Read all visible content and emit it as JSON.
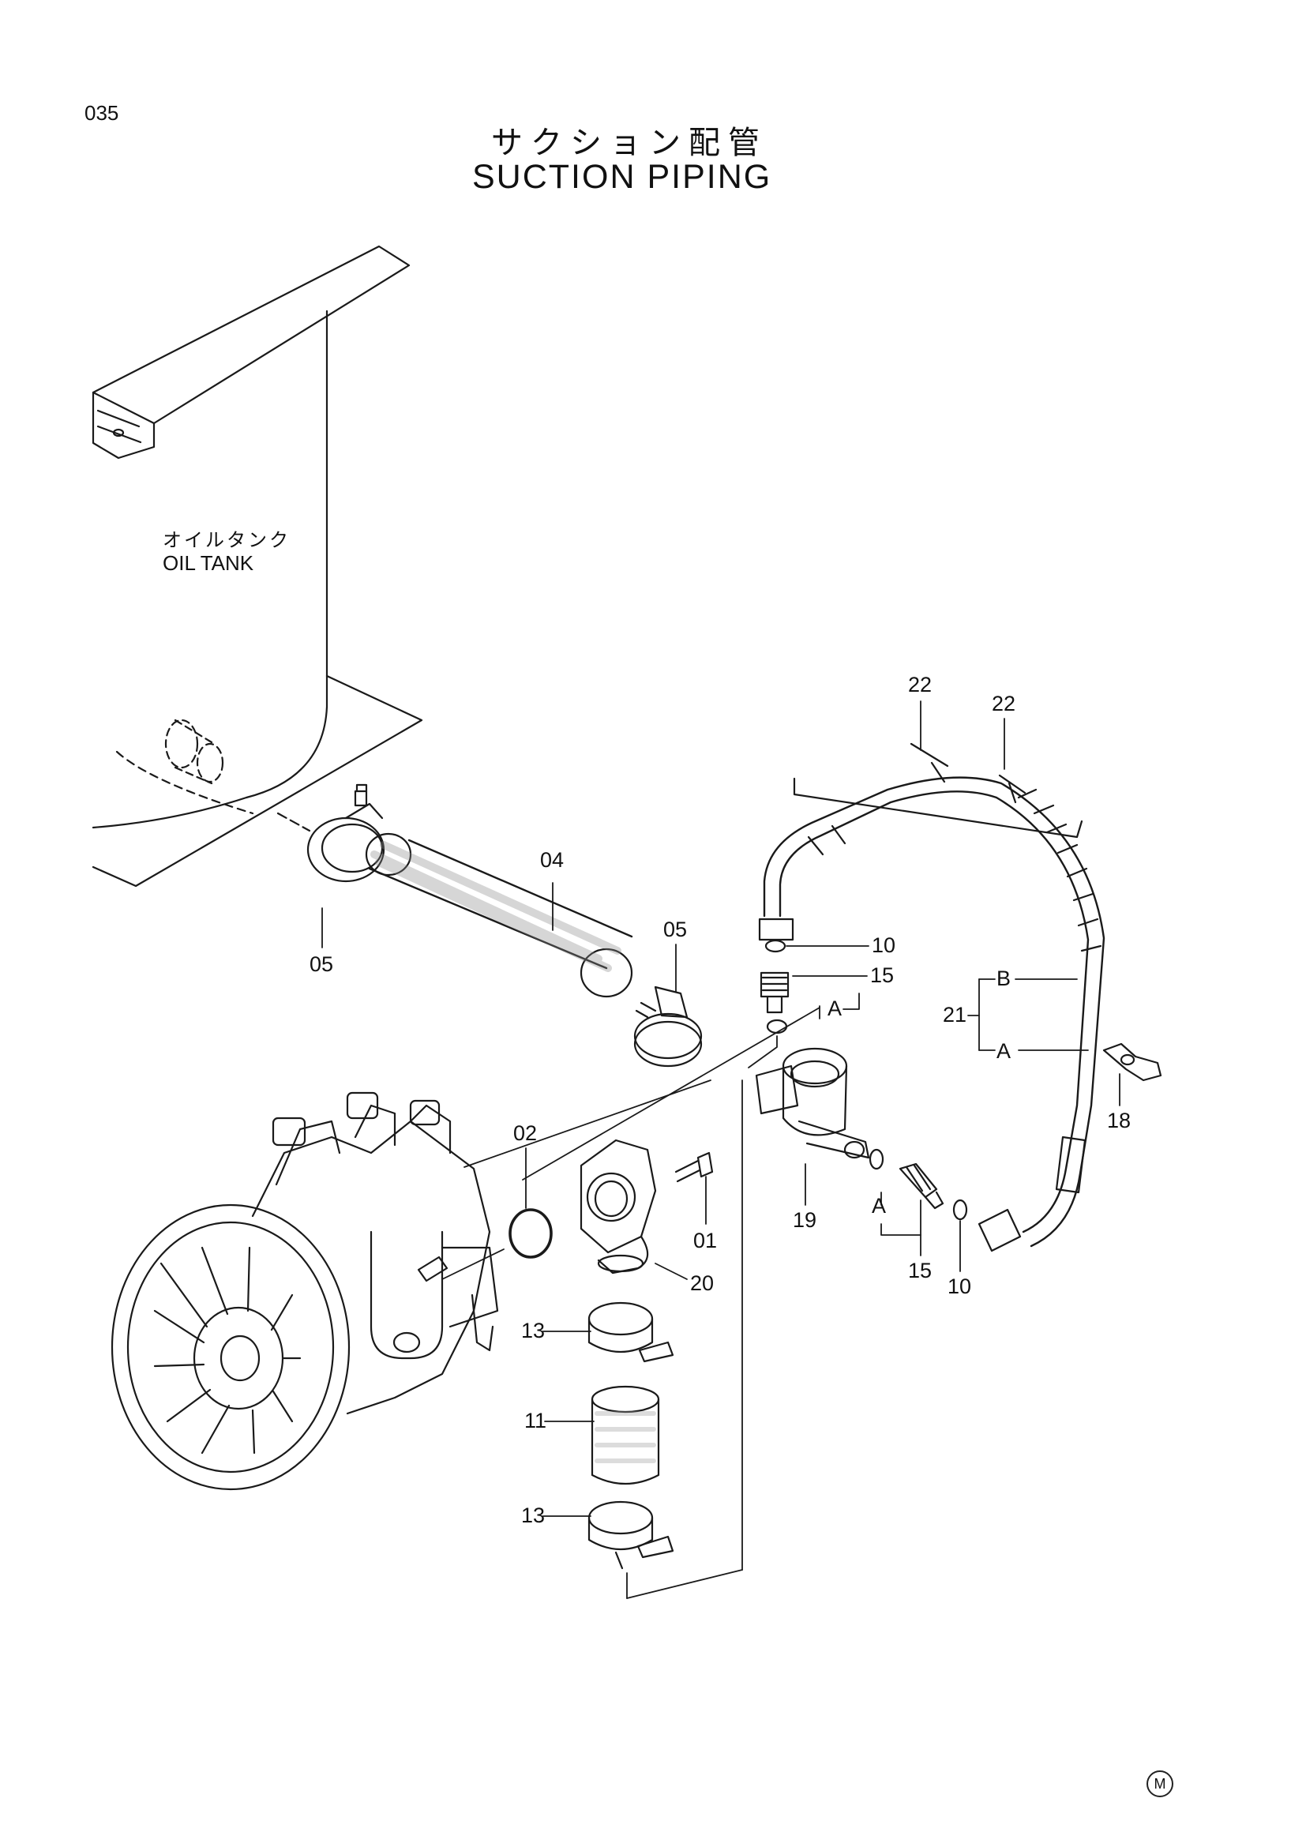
{
  "page_number": "035",
  "title": {
    "japanese": "サクション配管",
    "english": "SUCTION PIPING"
  },
  "oil_tank": {
    "label_japanese": "オイルタンク",
    "label_english": "OIL TANK"
  },
  "callouts": {
    "c05_left": "05",
    "c04": "04",
    "c05_right": "05",
    "c22_a": "22",
    "c22_b": "22",
    "c10_top": "10",
    "c15_top": "15",
    "cA_top": "A",
    "c21": "21",
    "cB": "B",
    "cA_hose": "A",
    "c18": "18",
    "c02": "02",
    "c01": "01",
    "c19": "19",
    "cA_low": "A",
    "c15_low": "15",
    "c10_low": "10",
    "c20": "20",
    "c13_top": "13",
    "c11": "11",
    "c13_bottom": "13"
  },
  "maker_mark": "M"
}
